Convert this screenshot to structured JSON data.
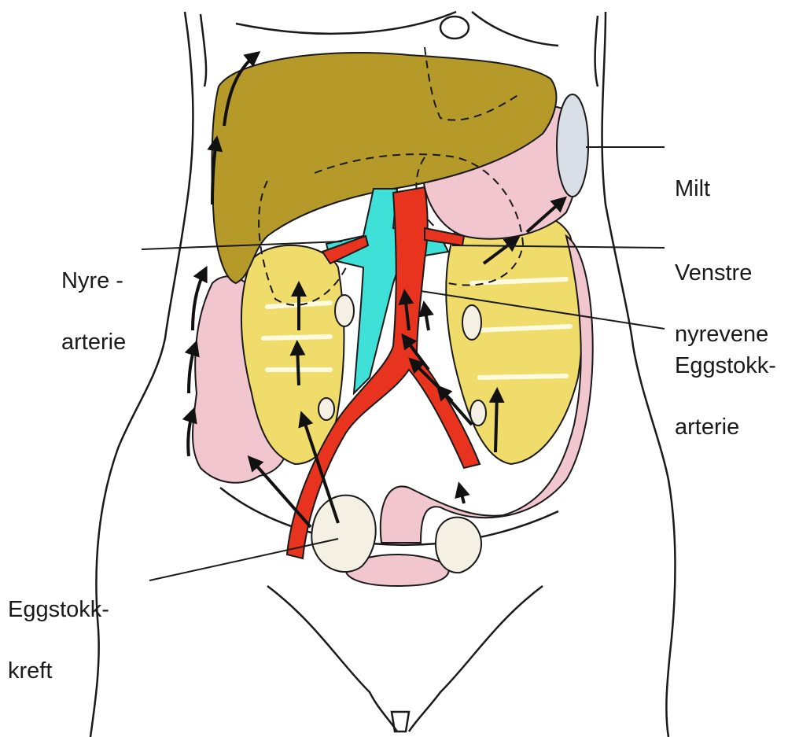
{
  "labels": {
    "milt": [
      "Milt"
    ],
    "nyrearterie": [
      "Nyre -",
      "arterie"
    ],
    "venstre_nyrevene": [
      "Venstre",
      "nyrevene"
    ],
    "eggstokkarterie": [
      "Eggstokk-",
      "arterie"
    ],
    "eggstokkreft": [
      "Eggstokk-",
      "kreft"
    ]
  },
  "colors": {
    "liver": "#b59a2a",
    "intestine_yellow": "#f0dc6a",
    "colon_pink": "#f2c6cf",
    "vena_cava": "#3fe0d8",
    "aorta": "#e8341e",
    "spleen": "#d8dde6",
    "outline": "#1a1a1a"
  }
}
